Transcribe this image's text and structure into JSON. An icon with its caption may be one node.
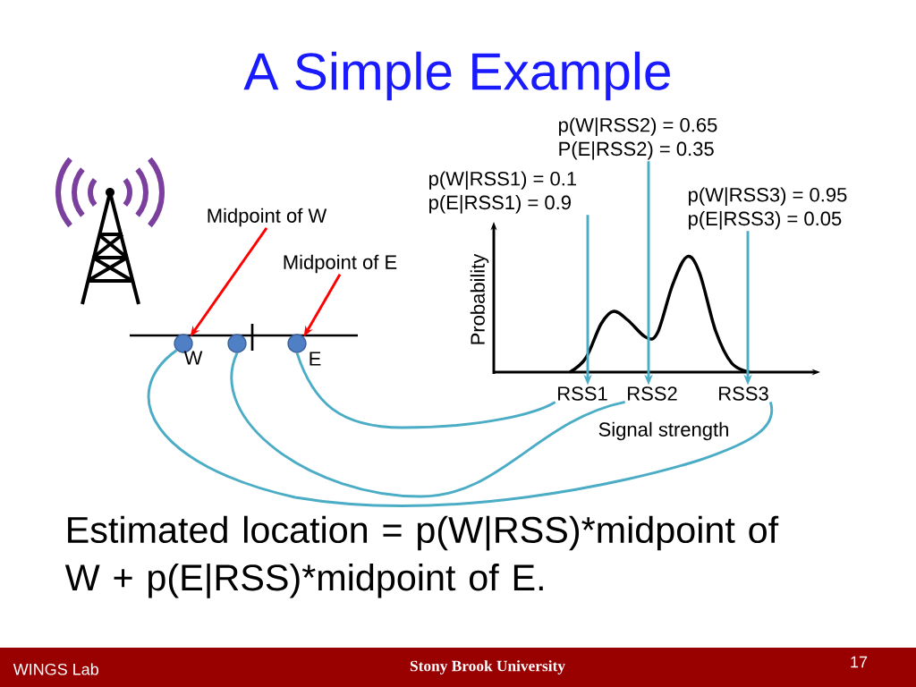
{
  "diagram": {
    "title": "A Simple Example",
    "nodes": [
      {
        "text": [
          "Midpoint of W"
        ]
      },
      {
        "text": [
          "Midpoint of E"
        ]
      },
      {
        "text": [],
        "shape": "circle",
        "beside": [
          "W"
        ]
      },
      {
        "text": [],
        "shape": "circle"
      },
      {
        "text": [],
        "shape": "circle",
        "beside": [
          "E"
        ]
      },
      {
        "text": [
          "p(W|RSS1) = 0.1",
          "p(E|RSS1) = 0.9"
        ]
      },
      {
        "text": [
          "p(W|RSS2) = 0.65",
          "P(E|RSS2) = 0.35"
        ]
      },
      {
        "text": [
          "p(W|RSS3) = 0.95",
          "p(E|RSS3) = 0.05"
        ]
      },
      {
        "text": [
          "RSS1"
        ]
      },
      {
        "text": [
          "RSS2"
        ]
      },
      {
        "text": [
          "RSS3"
        ]
      }
    ],
    "edges": [
      {
        "from": 0,
        "to": 2,
        "arrow": "to",
        "color": "#ff0000"
      },
      {
        "from": 1,
        "to": 4,
        "arrow": "to",
        "color": "#ff0000"
      },
      {
        "from": 5,
        "to": 8,
        "arrow": "to"
      },
      {
        "from": 6,
        "to": 9,
        "arrow": "to"
      },
      {
        "from": 7,
        "to": 10,
        "arrow": "to"
      },
      {
        "from": 4,
        "to": 8,
        "arrow": "none"
      },
      {
        "from": 3,
        "to": 9,
        "arrow": "none"
      },
      {
        "from": 2,
        "to": 10,
        "arrow": "none"
      }
    ],
    "labels": [
      "Probability",
      "Signal strength",
      "Estimated location = p(W|RSS)*midpoint of W + p(E|RSS)*midpoint of E.",
      "WINGS Lab",
      "Stony Brook University",
      "17"
    ]
  }
}
